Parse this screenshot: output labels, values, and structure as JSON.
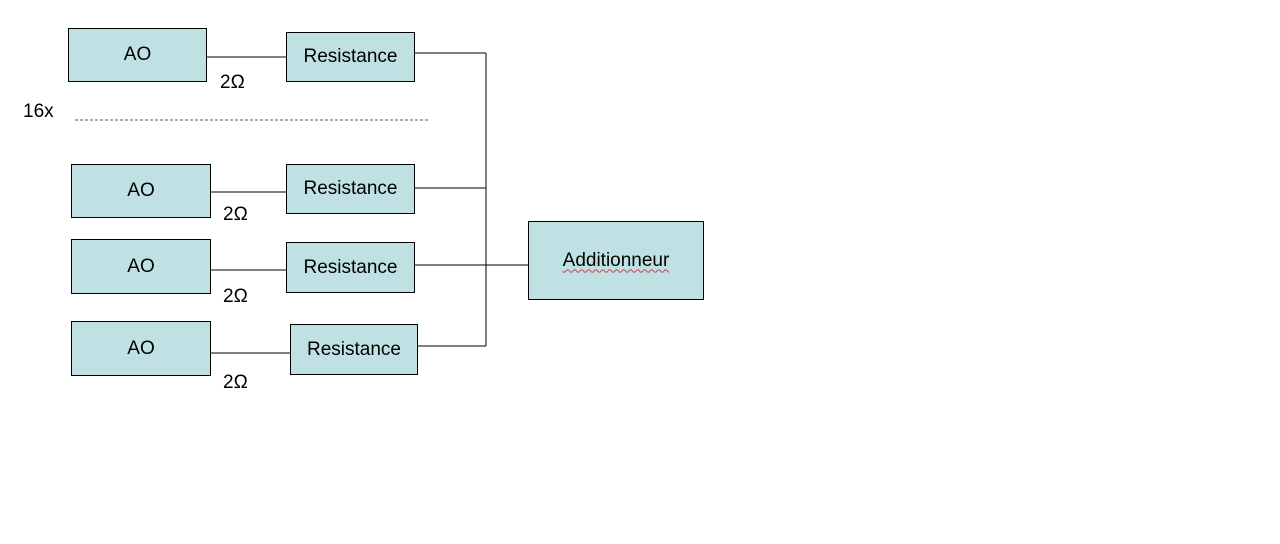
{
  "colors": {
    "box_fill": "#bfe1e3",
    "line": "#000000",
    "background": "#ffffff"
  },
  "diagram": {
    "multiplier_label": "16x",
    "rows": [
      {
        "source": "AO",
        "resistor": "Resistance",
        "value": "2Ω"
      },
      {
        "source": "AO",
        "resistor": "Resistance",
        "value": "2Ω"
      },
      {
        "source": "AO",
        "resistor": "Resistance",
        "value": "2Ω"
      },
      {
        "source": "AO",
        "resistor": "Resistance",
        "value": "2Ω"
      }
    ],
    "summer": "Additionneur"
  }
}
